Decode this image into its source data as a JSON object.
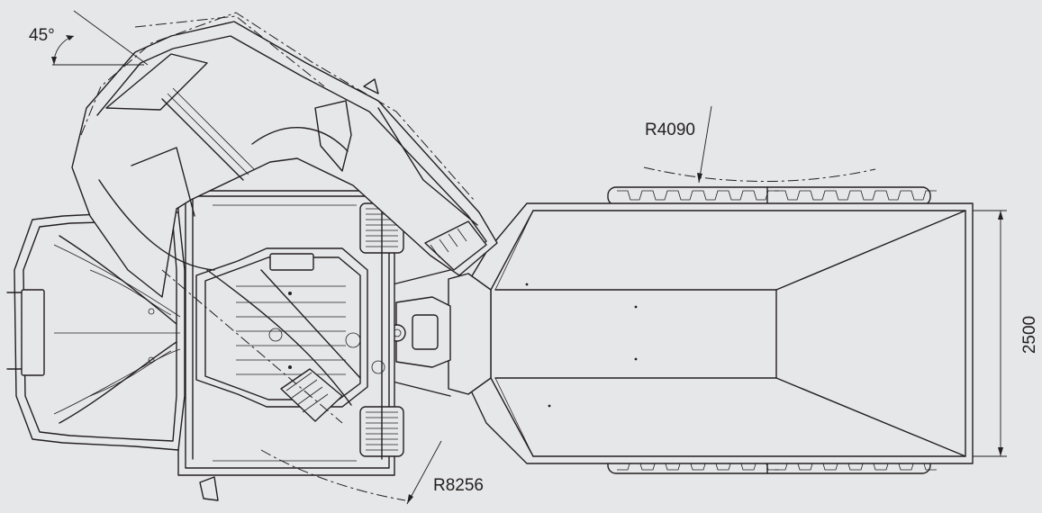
{
  "drawing": {
    "background": "#e6e7e8",
    "line_color": "#231f20",
    "labels": {
      "angle": "45°",
      "outer_radius": "R4090",
      "turning_radius": "R8256",
      "width": "2500"
    }
  }
}
